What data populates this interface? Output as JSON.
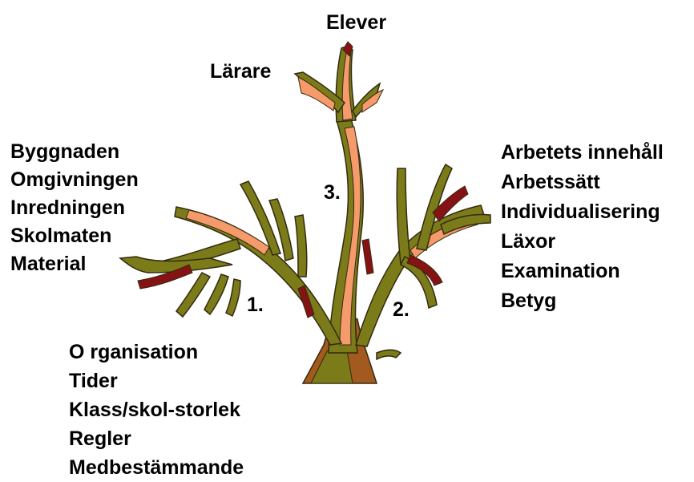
{
  "diagram": {
    "top_labels": {
      "top": "Elever",
      "upper_left": "Lärare"
    },
    "branch_numbers": [
      "1.",
      "2.",
      "3."
    ],
    "left_group": [
      "Byggnaden",
      "Omgivningen",
      "Inredningen",
      "Skolmaten",
      "Material"
    ],
    "right_group": [
      "Arbetets innehåll",
      "Arbetssätt",
      "Individualisering",
      "Läxor",
      "Examination",
      "Betyg"
    ],
    "bottom_group": [
      "O rganisation",
      "Tider",
      "Klass/skol-storlek",
      "Regler",
      "Medbestämmande"
    ],
    "colors": {
      "olive": "#7b7c19",
      "peach": "#f59a6a",
      "dark_red": "#861313",
      "trunk_brown": "#a35a1e",
      "outline": "#332a10"
    },
    "icon": "tree-illustration"
  }
}
